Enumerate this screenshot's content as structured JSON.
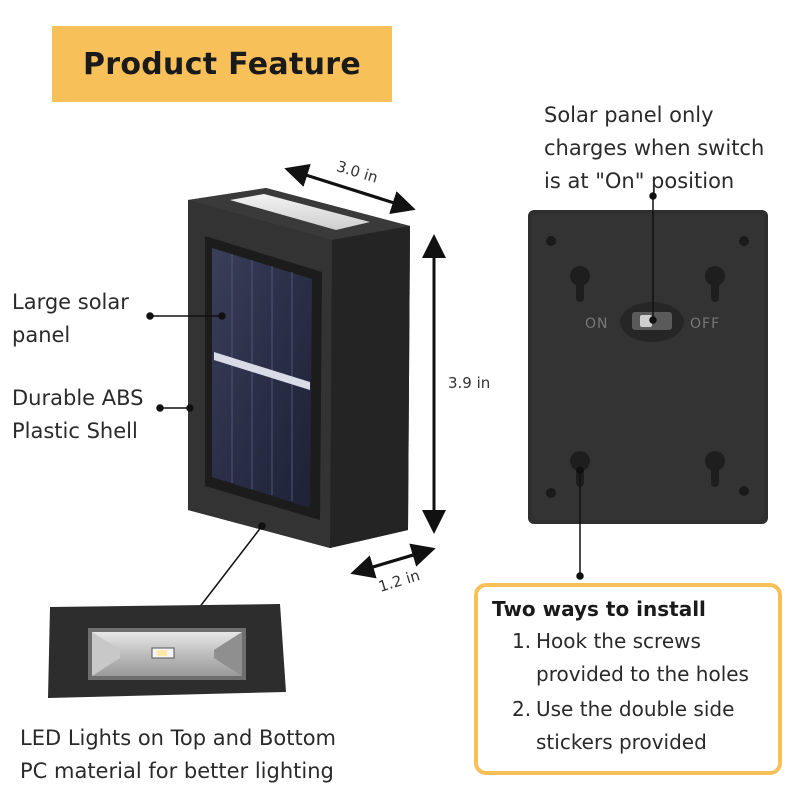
{
  "title": "Product Feature",
  "labels": {
    "solar_panel": "Large solar\npanel",
    "shell": "Durable ABS\nPlastic Shell",
    "switch_note": "Solar panel only\ncharges when switch\nis at \"On\" position",
    "led_line1": "LED Lights on Top and Bottom",
    "led_line2": "PC material for better lighting"
  },
  "dimensions": {
    "width": "3.0 in",
    "height": "3.9 in",
    "depth": "1.2 in"
  },
  "switch": {
    "on": "ON",
    "off": "OFF"
  },
  "install": {
    "heading": "Two ways to  install",
    "steps": [
      {
        "num": "1.",
        "text": "Hook the screws\nprovided to the holes"
      },
      {
        "num": "2.",
        "text": "Use the double side\nstickers provided"
      }
    ]
  },
  "colors": {
    "accent": "#f7c059",
    "device": "#2f2f2f"
  }
}
